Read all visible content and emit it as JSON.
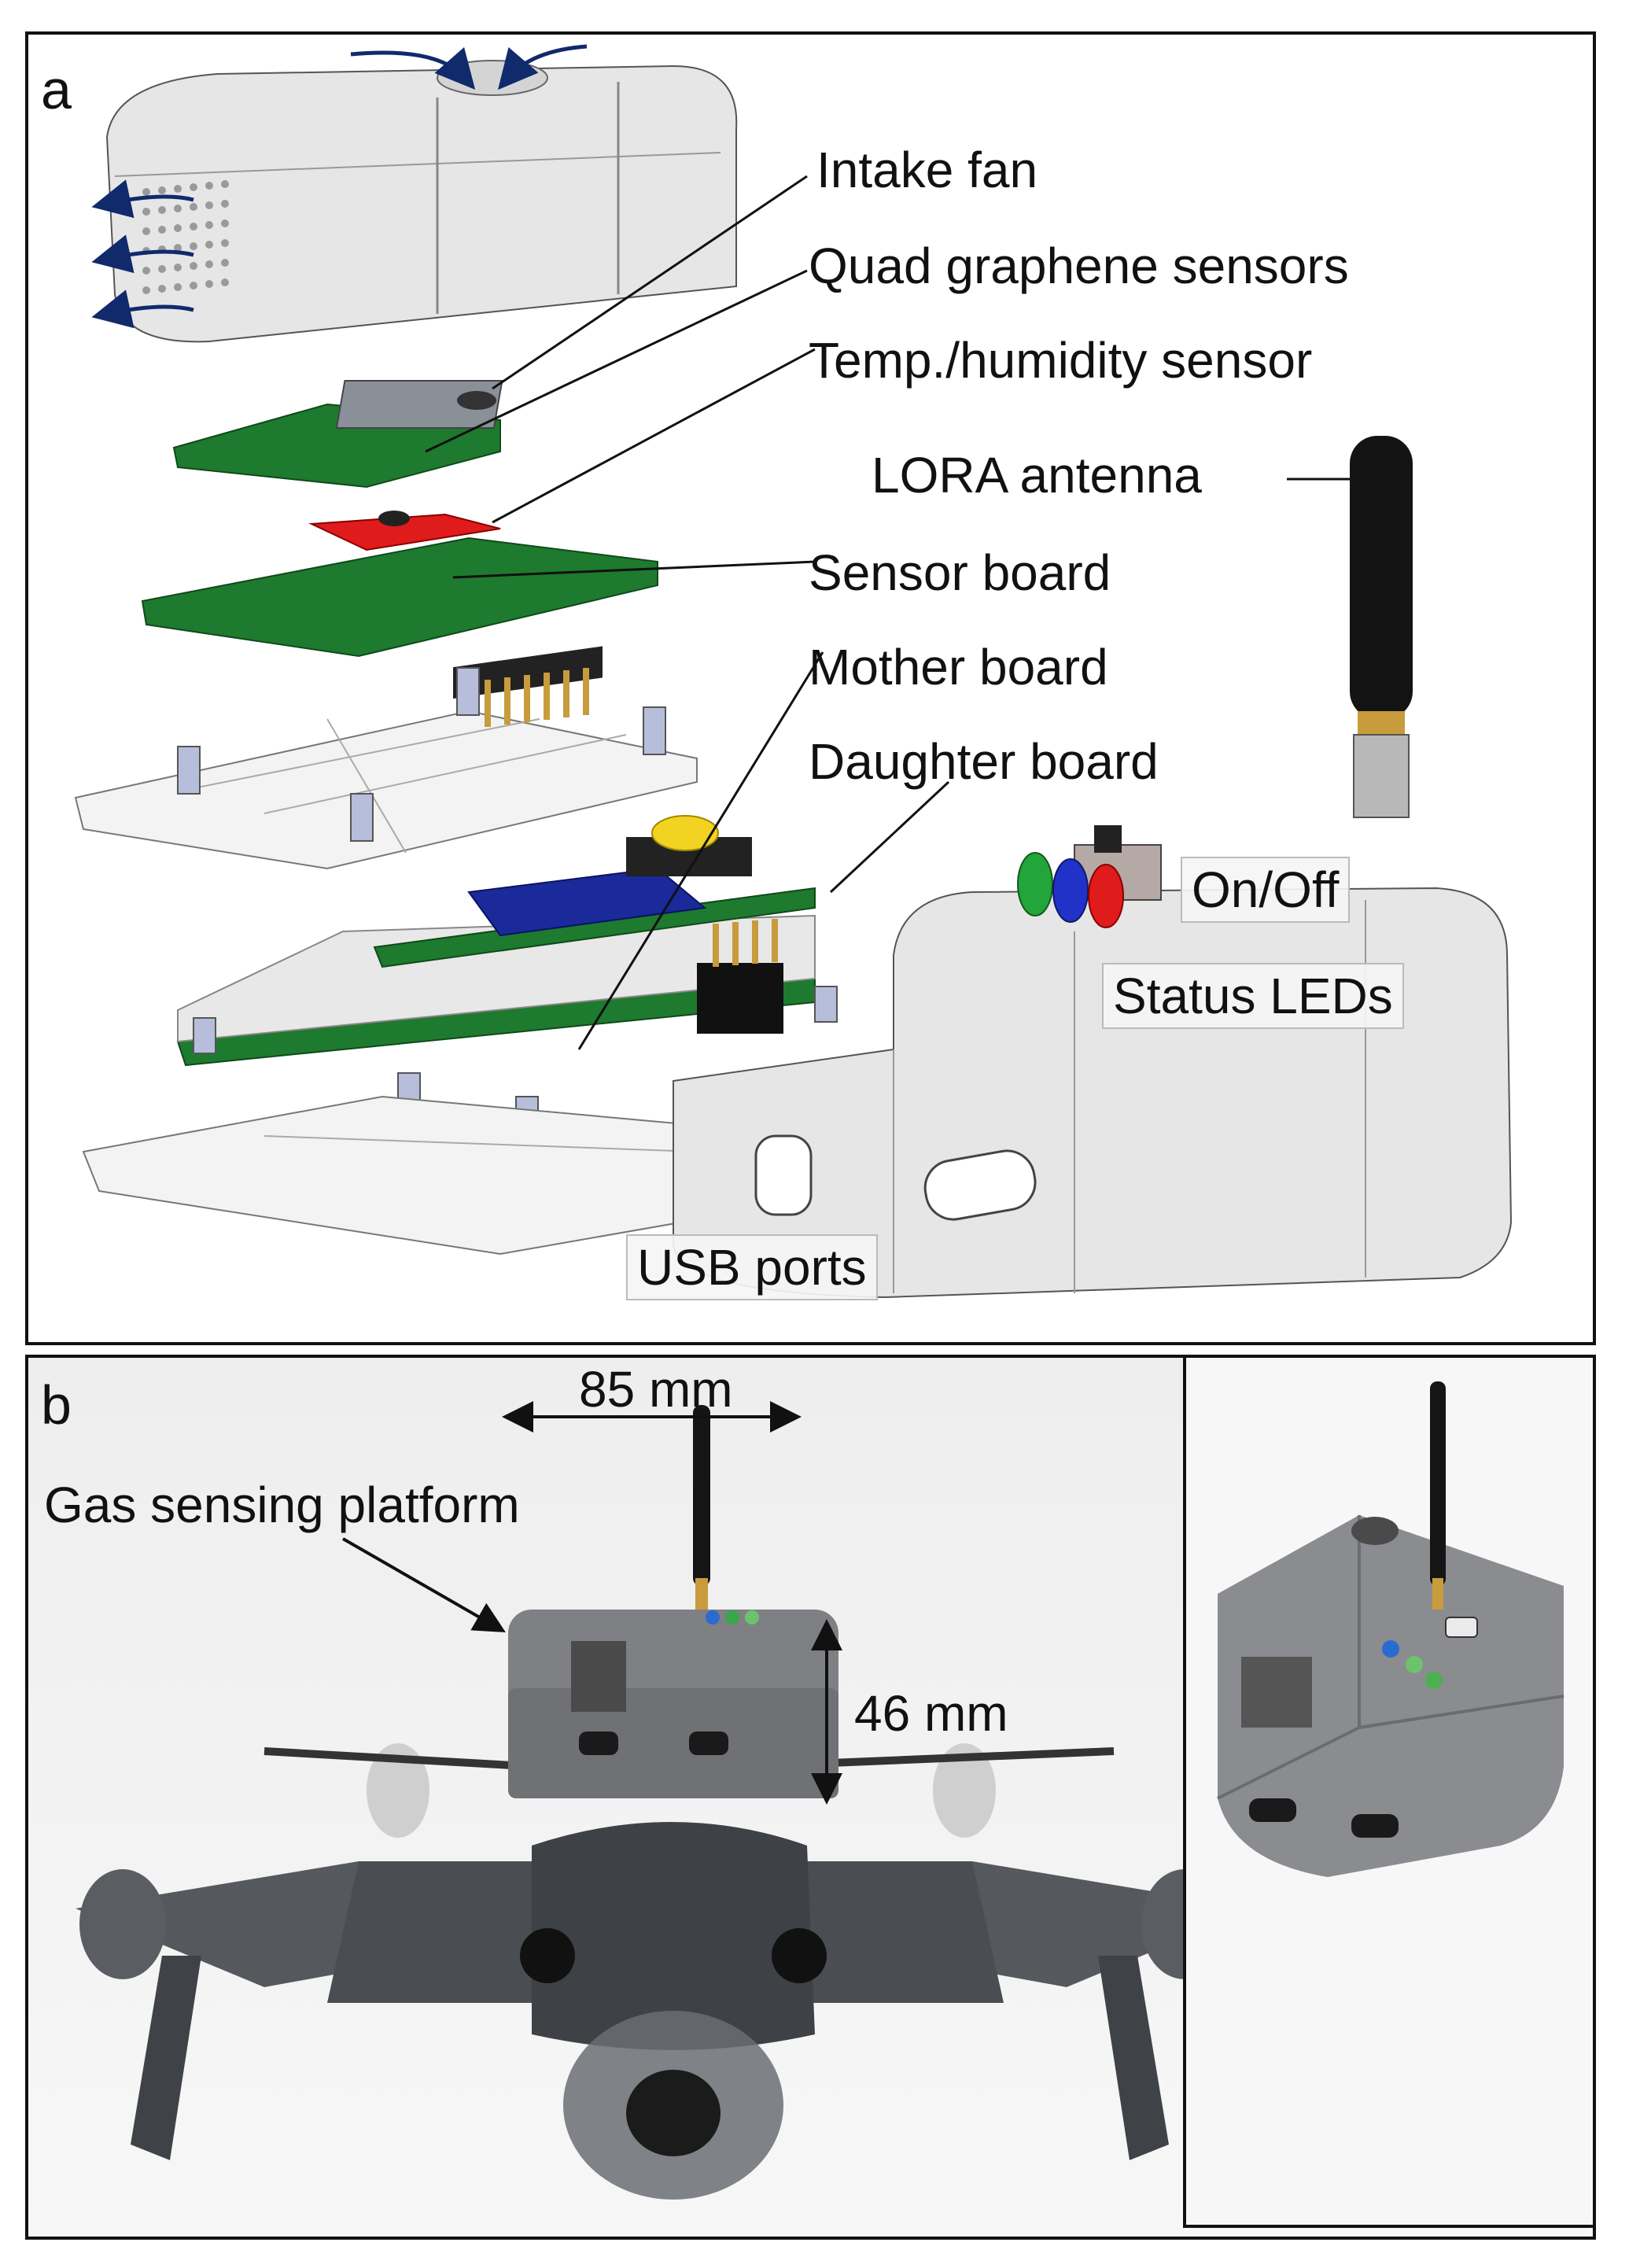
{
  "panel_a": {
    "letter": "a",
    "labels": {
      "intake_fan": "Intake fan",
      "quad_graphene": "Quad graphene sensors",
      "temp_humidity": "Temp./humidity sensor",
      "lora_antenna": "LORA antenna",
      "sensor_board": "Sensor board",
      "mother_board": "Mother board",
      "daughter_board": "Daughter board",
      "on_off": "On/Off",
      "status_leds": "Status LEDs",
      "usb_ports": "USB ports"
    }
  },
  "panel_b": {
    "letter": "b",
    "labels": {
      "width": "85 mm",
      "height": "46 mm",
      "platform": "Gas sensing platform"
    }
  },
  "colors": {
    "pcb_green": "#1e7a2e",
    "sensor_red": "#e01b1b",
    "module_blue": "#1a2a9a",
    "button_yellow": "#f2d321",
    "housing_gray": "#e6e6e6",
    "drone_gray": "#4a4d52",
    "ball_yellow": "#d7e61c",
    "arrow_navy": "#102a6b"
  }
}
